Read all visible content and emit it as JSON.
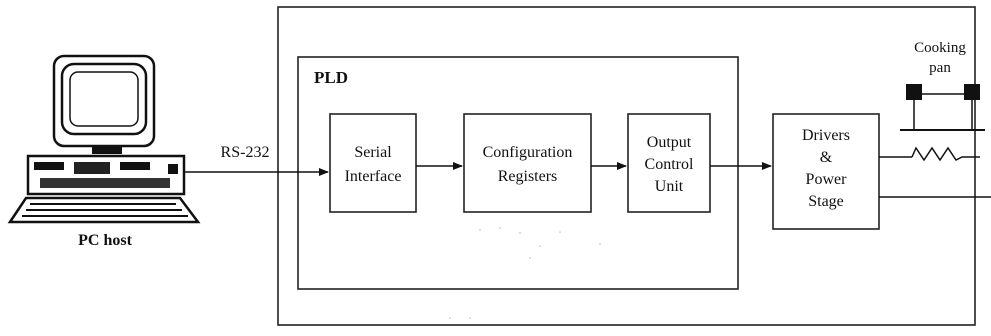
{
  "diagram": {
    "pc_host": {
      "label": "PC host"
    },
    "link": {
      "label": "RS-232"
    },
    "pld": {
      "label": "PLD"
    },
    "blocks": [
      {
        "id": "serial",
        "lines": [
          "Serial",
          "Interface"
        ]
      },
      {
        "id": "config",
        "lines": [
          "Configuration",
          "Registers"
        ]
      },
      {
        "id": "output",
        "lines": [
          "Output",
          "Control",
          "Unit"
        ]
      },
      {
        "id": "drivers",
        "lines": [
          "Drivers",
          "&",
          "Power",
          "Stage"
        ]
      }
    ],
    "cooking_pan": {
      "lines": [
        "Cooking",
        "pan"
      ]
    }
  }
}
